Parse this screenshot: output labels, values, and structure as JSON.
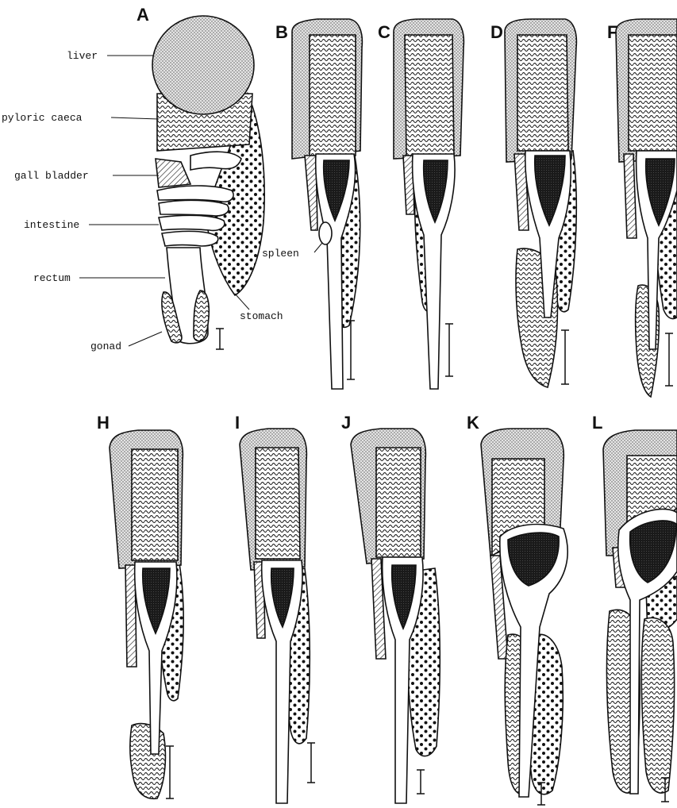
{
  "panel_letters": {
    "A": "A",
    "B": "B",
    "C": "C",
    "D": "D",
    "F": "F",
    "H": "H",
    "I": "I",
    "J": "J",
    "K": "K",
    "L": "L"
  },
  "organ_labels": {
    "liver": "liver",
    "pyloric_caeca": "pyloric caeca",
    "gall_bladder": "gall bladder",
    "intestine": "intestine",
    "rectum": "rectum",
    "gonad": "gonad",
    "spleen": "spleen",
    "stomach": "stomach"
  },
  "colors": {
    "ink": "#111111",
    "paper": "#ffffff",
    "stipple": "#bdbdbd"
  },
  "patterns": {
    "liver": "fine-stipple",
    "pyloric_caeca": "wavy-lines",
    "gall_bladder": "diagonal-hatch",
    "stomach": "coarse-dots",
    "spleen_dark_organ": "solid-dark",
    "gonad": "wavy-lines"
  }
}
